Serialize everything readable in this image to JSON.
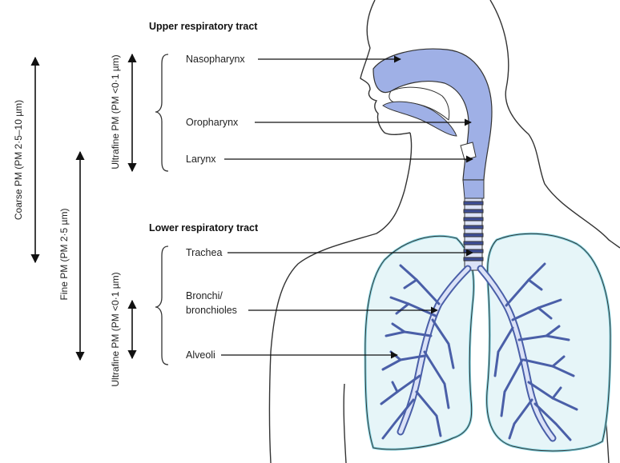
{
  "headers": {
    "upper": "Upper respiratory tract",
    "lower": "Lower respiratory tract"
  },
  "side_labels": {
    "coarse": "Coarse PM (PM 2·5–10 µm)",
    "fine": "Fine PM (PM 2·5 µm)",
    "ultrafine_upper": "Ultrafine PM (PM <0·1 µm)",
    "ultrafine_lower": "Ultrafine PM (PM <0·1 µm)"
  },
  "upper_parts": {
    "nasopharynx": "Nasopharynx",
    "oropharynx": "Oropharynx",
    "larynx": "Larynx"
  },
  "lower_parts": {
    "trachea": "Trachea",
    "bronchi_line1": "Bronchi/",
    "bronchi_line2": "bronchioles",
    "alveoli": "Alveoli"
  },
  "colors": {
    "airway_fill": "#9fb0e6",
    "airway_dark": "#4a5fa8",
    "lung_fill": "#e6f5f8",
    "lung_edge": "#7fd0de",
    "outline": "#333333"
  }
}
